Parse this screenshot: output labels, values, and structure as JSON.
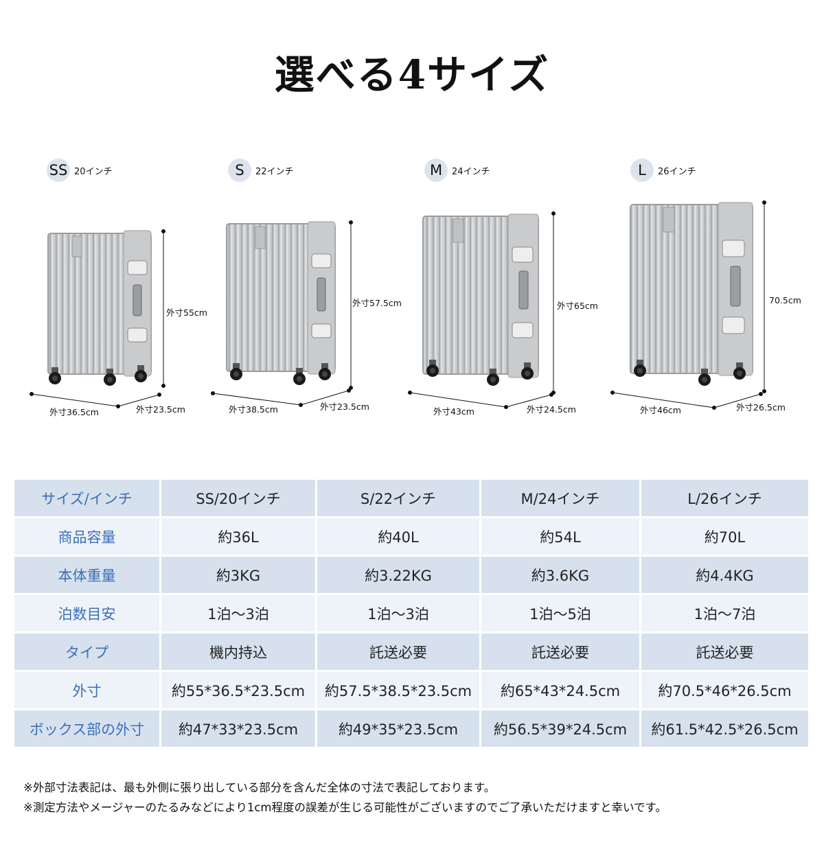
{
  "title": "選べる4サイズ",
  "colors": {
    "suitcase_body": "#c8cacc",
    "frame": "#b9bcbf",
    "wheel": "#1a1a1a",
    "table_header_text": "#3b6fb6",
    "row_dark": "#d7e1ee",
    "row_light": "#eef3f9"
  },
  "sizes": [
    {
      "code": "SS",
      "inch": "20インチ",
      "height": "外寸55cm",
      "width": "外寸36.5cm",
      "depth": "外寸23.5cm"
    },
    {
      "code": "S",
      "inch": "22インチ",
      "height": "外寸57.5cm",
      "width": "外寸38.5cm",
      "depth": "外寸23.5cm"
    },
    {
      "code": "M",
      "inch": "24インチ",
      "height": "外寸65cm",
      "width": "外寸43cm",
      "depth": "外寸24.5cm"
    },
    {
      "code": "L",
      "inch": "26インチ",
      "height": "70.5cm",
      "width": "外寸46cm",
      "depth": "外寸26.5cm"
    }
  ],
  "table": {
    "header": [
      "サイズ/インチ",
      "SS/20インチ",
      "S/22インチ",
      "M/24インチ",
      "L/26インチ"
    ],
    "rows": [
      [
        "商品容量",
        "約36L",
        "約40L",
        "約54L",
        "約70L"
      ],
      [
        "本体重量",
        "約3KG",
        "約3.22KG",
        "約3.6KG",
        "約4.4KG"
      ],
      [
        "泊数目安",
        "1泊〜3泊",
        "1泊〜3泊",
        "1泊〜5泊",
        "1泊〜7泊"
      ],
      [
        "タイプ",
        "機内持込",
        "託送必要",
        "託送必要",
        "託送必要"
      ],
      [
        "外寸",
        "約55*36.5*23.5cm",
        "約57.5*38.5*23.5cm",
        "約65*43*24.5cm",
        "約70.5*46*26.5cm"
      ],
      [
        "ボックス部の外寸",
        "約47*33*23.5cm",
        "約49*35*23.5cm",
        "約56.5*39*24.5cm",
        "約61.5*42.5*26.5cm"
      ]
    ]
  },
  "notes": [
    "※外部寸法表記は、最も外側に張り出している部分を含んだ全体の寸法で表記しております。",
    "※測定方法やメージャーのたるみなどにより1cm程度の誤差が生じる可能性がございますのでご了承いただけますと幸いです。"
  ]
}
